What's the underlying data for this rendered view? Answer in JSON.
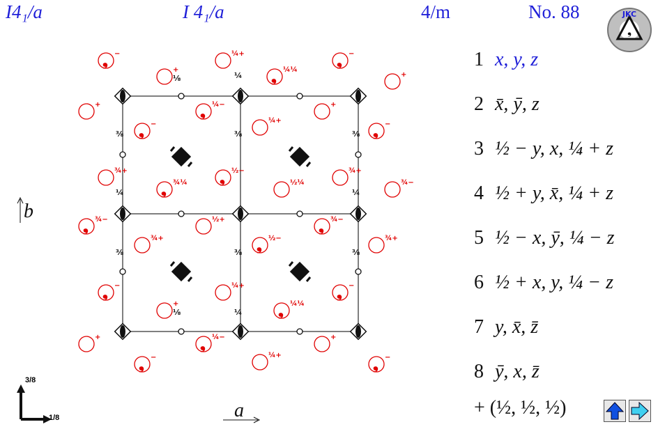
{
  "header": {
    "short_symbol": "I4₁/a",
    "full_symbol": "I 4₁/a",
    "point_group": "4/m",
    "number": "No. 88"
  },
  "logo": {
    "text": "JKC"
  },
  "axes": {
    "a_label": "a",
    "b_label": "b"
  },
  "corner_heights": {
    "vertical": "3/8",
    "horizontal": "1/8"
  },
  "operations": [
    {
      "n": "1",
      "text": "x, y, z"
    },
    {
      "n": "2",
      "text": "x̄, ȳ, z"
    },
    {
      "n": "3",
      "text": "½ − y, x, ¼ + z"
    },
    {
      "n": "4",
      "text": "½ + y, x̄, ¼ + z"
    },
    {
      "n": "5",
      "text": "½ − x, ȳ, ¼ − z"
    },
    {
      "n": "6",
      "text": "½ + x, y, ¼ − z"
    },
    {
      "n": "7",
      "text": "y, x̄, z̄"
    },
    {
      "n": "8",
      "text": "ȳ, x, z̄"
    }
  ],
  "centering": "+ (½, ½, ½)",
  "navigation": {
    "up": "up-arrow-icon",
    "right": "right-arrow-icon"
  },
  "colors": {
    "header": "#1f1fd8",
    "positions": "#e00000",
    "symbols": "#000000"
  }
}
